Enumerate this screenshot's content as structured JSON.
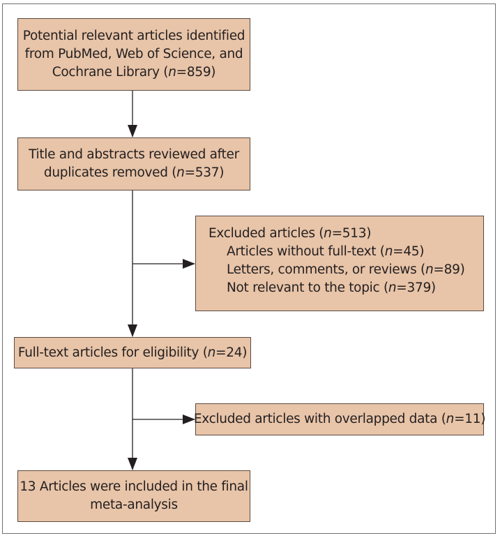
{
  "identified": {
    "line1": "Potential relevant articles identified",
    "line2": "from PubMed, Web of Science, and",
    "line3_pre": "Cochrane Library (",
    "n_label": "n",
    "line3_post": "=859)"
  },
  "screened": {
    "line1": "Title and abstracts reviewed after",
    "line2_pre": "duplicates removed (",
    "n_label": "n",
    "line2_post": "=537)"
  },
  "excluded1": {
    "header_pre": "Excluded articles (",
    "n_label": "n",
    "header_post": "=513)",
    "items": [
      {
        "pre": "Articles without full-text (",
        "n": "n",
        "post": "=45)"
      },
      {
        "pre": "Letters, comments, or reviews (",
        "n": "n",
        "post": "=89)"
      },
      {
        "pre": "Not relevant to the topic (",
        "n": "n",
        "post": "=379)"
      }
    ]
  },
  "eligibility": {
    "pre": "Full-text articles for eligibility (",
    "n_label": "n",
    "post": "=24)"
  },
  "excluded2": {
    "pre": "Excluded articles with overlapped data (",
    "n_label": "n",
    "post": "=11)"
  },
  "included": {
    "line1": "13 Articles were included in the final",
    "line2": "meta-analysis"
  },
  "colors": {
    "box_fill": "#e8c4a8",
    "box_border": "#5a4a42",
    "arrow": "#231f20"
  }
}
